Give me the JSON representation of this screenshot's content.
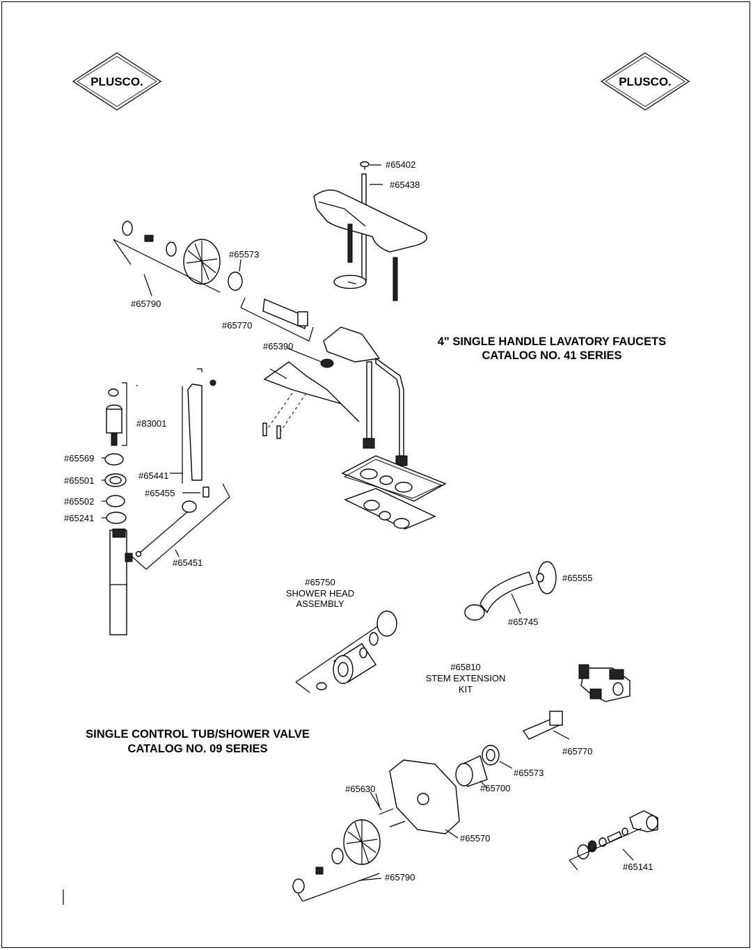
{
  "logos": {
    "left": "PLUSCO.",
    "right": "PLUSCO."
  },
  "lavatory": {
    "title_line1": "4\" SINGLE  HANDLE LAVATORY FAUCETS",
    "title_line2": "CATALOG NO. 41 SERIES"
  },
  "tub": {
    "title_line1": "SINGLE CONTROL TUB/SHOWER VALVE",
    "title_line2": "CATALOG NO. 09 SERIES"
  },
  "shower_head": {
    "number": "#65750",
    "line2": "SHOWER HEAD",
    "line3": "ASSEMBLY"
  },
  "stem_kit": {
    "number": "#65810",
    "line2": "STEM EXTENSION",
    "line3": "KIT"
  },
  "labels": {
    "p65402": "#65402",
    "p65438": "#65438",
    "p65573a": "#65573",
    "p65790a": "#65790",
    "p65770a": "#65770",
    "p65390": "#65390",
    "p83001": "#83001",
    "p65569": "#65569",
    "p65501": "#65501",
    "p65441": "#65441",
    "p65455": "#65455",
    "p65502": "#65502",
    "p65241": "#65241",
    "p65451": "#65451",
    "p65555": "#65555",
    "p65745": "#65745",
    "p65770b": "#65770",
    "p65573b": "#65573",
    "p65700": "#65700",
    "p65630": "#65630",
    "p65570": "#65570",
    "p65141": "#65141",
    "p65790b": "#65790"
  }
}
